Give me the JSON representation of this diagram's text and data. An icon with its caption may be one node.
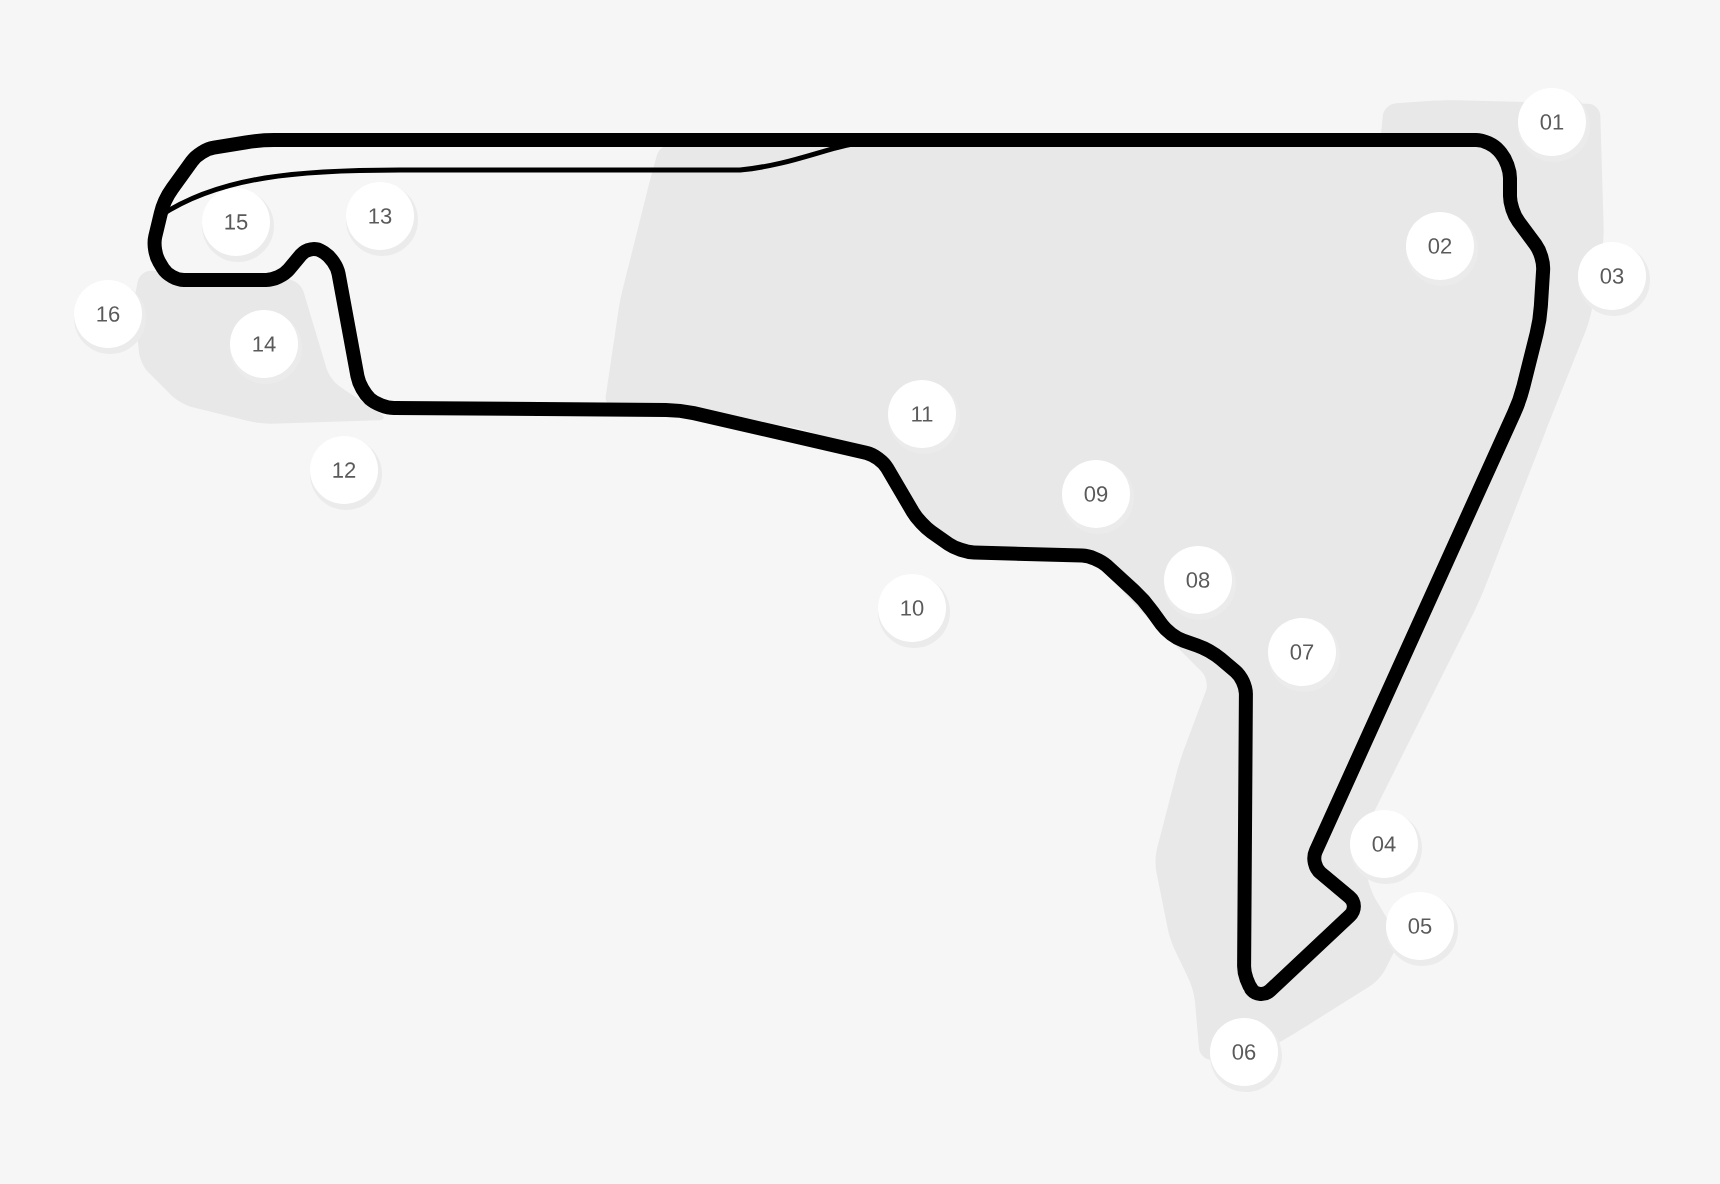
{
  "diagram": {
    "nodes": [
      {
        "text": [
          "01"
        ]
      },
      {
        "text": [
          "02"
        ]
      },
      {
        "text": [
          "03"
        ]
      },
      {
        "text": [
          "04"
        ]
      },
      {
        "text": [
          "05"
        ]
      },
      {
        "text": [
          "06"
        ]
      },
      {
        "text": [
          "07"
        ]
      },
      {
        "text": [
          "08"
        ]
      },
      {
        "text": [
          "09"
        ]
      },
      {
        "text": [
          "10"
        ]
      },
      {
        "text": [
          "11"
        ]
      },
      {
        "text": [
          "12"
        ]
      },
      {
        "text": [
          "13"
        ]
      },
      {
        "text": [
          "14"
        ]
      },
      {
        "text": [
          "15"
        ]
      },
      {
        "text": [
          "16"
        ]
      }
    ]
  }
}
